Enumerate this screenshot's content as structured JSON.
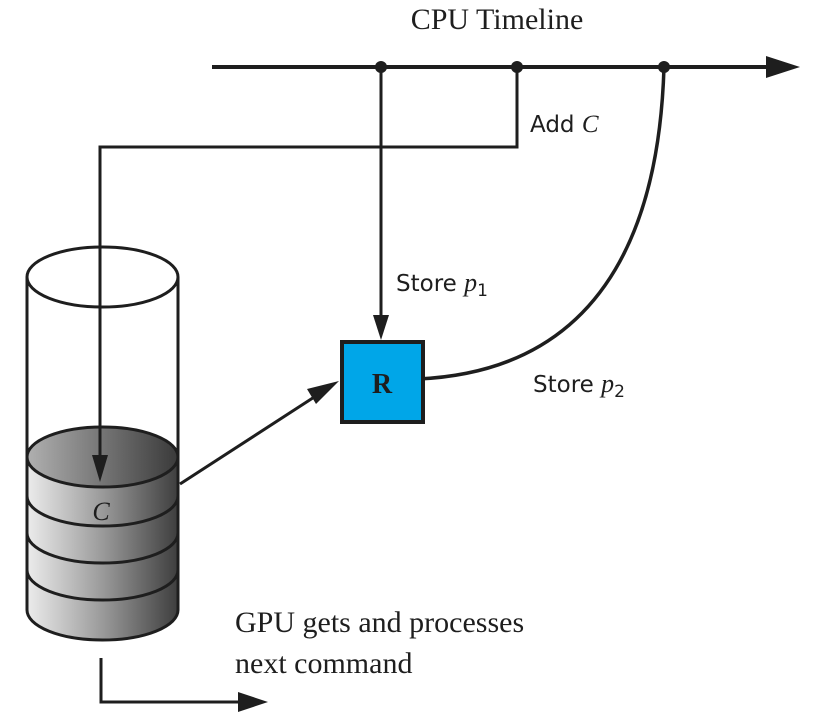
{
  "diagram": {
    "title": "CPU Timeline",
    "labels": {
      "add_c": {
        "prefix": "Add ",
        "var": "C"
      },
      "store_p1": {
        "prefix": "Store ",
        "var": "p",
        "sub": "1"
      },
      "store_p2": {
        "prefix": "Store ",
        "var": "p",
        "sub": "2"
      },
      "register": "R",
      "queue_item": "C",
      "gpu_line1": "GPU gets and processes",
      "gpu_line2": "next command"
    },
    "colors": {
      "register_fill": "#00a6e8",
      "stroke": "#1e1e1e",
      "queue_dark": "#4a4a4a",
      "queue_light": "#e6e6e6"
    },
    "queue_slots": 5
  }
}
